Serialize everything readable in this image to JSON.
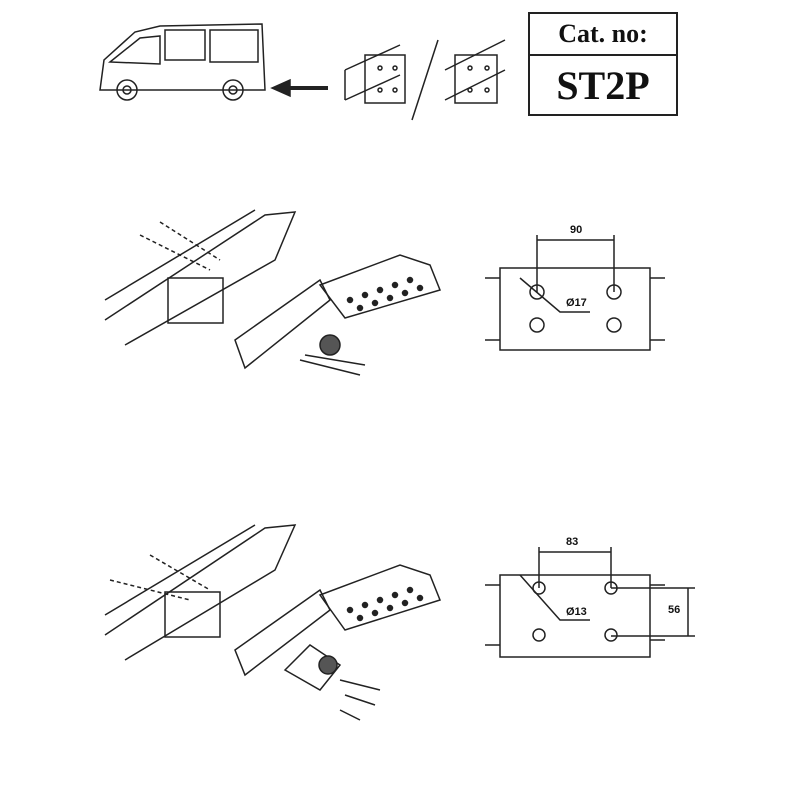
{
  "catalog": {
    "label": "Cat. no:",
    "number": "ST2P"
  },
  "diagram1": {
    "width_dim": "90",
    "hole_dim": "Ø17"
  },
  "diagram2": {
    "width_dim": "83",
    "hole_dim": "Ø13",
    "height_dim": "56"
  }
}
